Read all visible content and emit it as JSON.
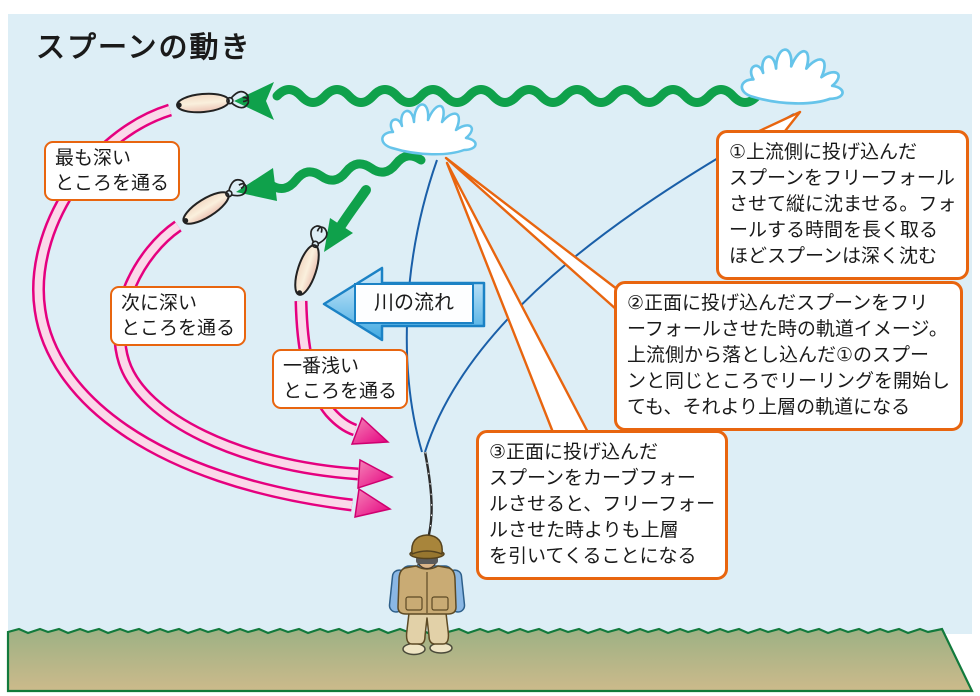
{
  "title": "スプーンの動き",
  "flow_arrow": {
    "label": "川の流れ"
  },
  "depth_labels": [
    {
      "id": 1,
      "text": "最も深い\nところを通る"
    },
    {
      "id": 2,
      "text": "次に深い\nところを通る"
    },
    {
      "id": 3,
      "text": "一番浅い\nところを通る"
    }
  ],
  "callouts": [
    {
      "number": "①",
      "text": "①上流側に投げ込んだ\nスプーンをフリーフォール\nさせて縦に沈ませる。フォ\nールする時間を長く取る\nほどスプーンは深く沈む"
    },
    {
      "number": "②",
      "text": "②正面に投げ込んだスプーンをフリ\nーフォールさせた時の軌道イメージ。\n上流側から落とし込んだ①のスプー\nンと同じところでリーリングを開始し\nても、それより上層の軌道になる"
    },
    {
      "number": "③",
      "text": "③正面に投げ込んだ\nスプーンをカーブフォー\nルさせると、フリーフォー\nルさせた時よりも上層\nを引いてくることになる"
    }
  ],
  "icons": {
    "splash": "water-splash-icon",
    "spoon": "spoon-lure-icon",
    "retrieve_arrow": "green-wavy-arrow-icon",
    "trajectory_arrow": "pink-arc-arrow-icon",
    "flow_arrow": "blue-left-arrow-icon",
    "angler": "angler-figure-icon"
  },
  "colors": {
    "sky": "#ddeef6",
    "callout_border": "#e8650f",
    "trajectory_pink": "#e5007f",
    "retrieve_green": "#0fa14b",
    "flow_blue": "#1b82c5",
    "line_blue": "#1a5fa8",
    "ground_green": "#127a3c"
  }
}
